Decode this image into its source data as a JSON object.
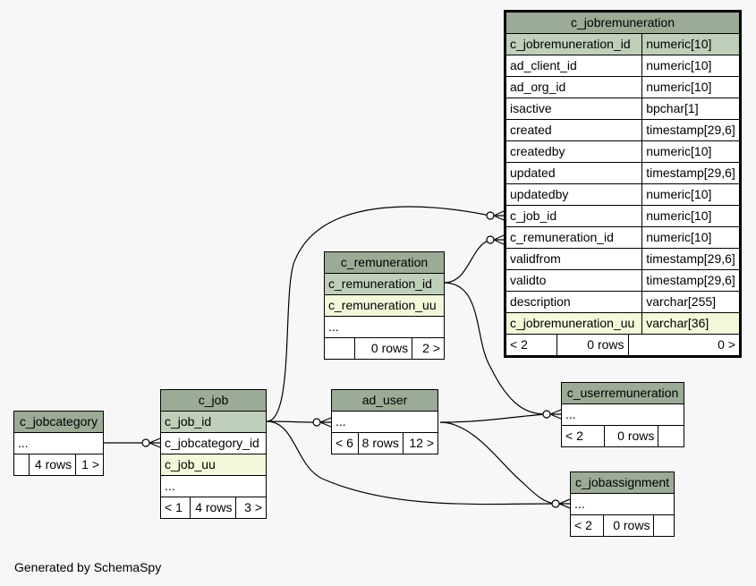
{
  "footer": "Generated by SchemaSpy",
  "tables": {
    "c_jobremuneration": {
      "name": "c_jobremuneration",
      "columns": [
        {
          "name": "c_jobremuneration_id",
          "type": "numeric[10]"
        },
        {
          "name": "ad_client_id",
          "type": "numeric[10]"
        },
        {
          "name": "ad_org_id",
          "type": "numeric[10]"
        },
        {
          "name": "isactive",
          "type": "bpchar[1]"
        },
        {
          "name": "created",
          "type": "timestamp[29,6]"
        },
        {
          "name": "createdby",
          "type": "numeric[10]"
        },
        {
          "name": "updated",
          "type": "timestamp[29,6]"
        },
        {
          "name": "updatedby",
          "type": "numeric[10]"
        },
        {
          "name": "c_job_id",
          "type": "numeric[10]"
        },
        {
          "name": "c_remuneration_id",
          "type": "numeric[10]"
        },
        {
          "name": "validfrom",
          "type": "timestamp[29,6]"
        },
        {
          "name": "validto",
          "type": "timestamp[29,6]"
        },
        {
          "name": "description",
          "type": "varchar[255]"
        },
        {
          "name": "c_jobremuneration_uu",
          "type": "varchar[36]"
        }
      ],
      "parents": "< 2",
      "rows": "0 rows",
      "children": "0 >"
    },
    "c_remuneration": {
      "name": "c_remuneration",
      "columns": [
        "c_remuneration_id",
        "c_remuneration_uu",
        "..."
      ],
      "parents": "",
      "rows": "0 rows",
      "children": "2 >"
    },
    "c_job": {
      "name": "c_job",
      "columns": [
        "c_job_id",
        "c_jobcategory_id",
        "c_job_uu",
        "..."
      ],
      "parents": "< 1",
      "rows": "4 rows",
      "children": "3 >"
    },
    "ad_user": {
      "name": "ad_user",
      "columns": [
        "..."
      ],
      "parents": "< 6",
      "rows": "8 rows",
      "children": "12 >"
    },
    "c_jobcategory": {
      "name": "c_jobcategory",
      "columns": [
        "..."
      ],
      "parents": "",
      "rows": "4 rows",
      "children": "1 >"
    },
    "c_userremuneration": {
      "name": "c_userremuneration",
      "columns": [
        "..."
      ],
      "parents": "< 2",
      "rows": "0 rows",
      "children": ""
    },
    "c_jobassignment": {
      "name": "c_jobassignment",
      "columns": [
        "..."
      ],
      "parents": "< 2",
      "rows": "0 rows",
      "children": ""
    }
  },
  "colors": {
    "background": "#f7f7f7",
    "header": "#9bab96",
    "primary_key": "#bfcfba",
    "unique_key": "#f4f7da"
  }
}
